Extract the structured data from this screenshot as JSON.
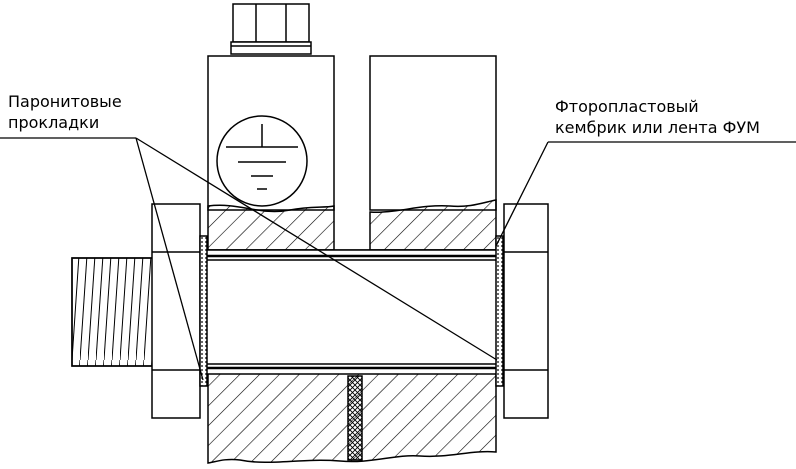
{
  "callouts": {
    "left": {
      "line1": "Паронитовые",
      "line2": "прокладки"
    },
    "right": {
      "line1": "Фторопластовый",
      "line2": "кембрик или лента ФУМ"
    }
  },
  "style": {
    "line_color": "#000000",
    "background": "#ffffff"
  }
}
